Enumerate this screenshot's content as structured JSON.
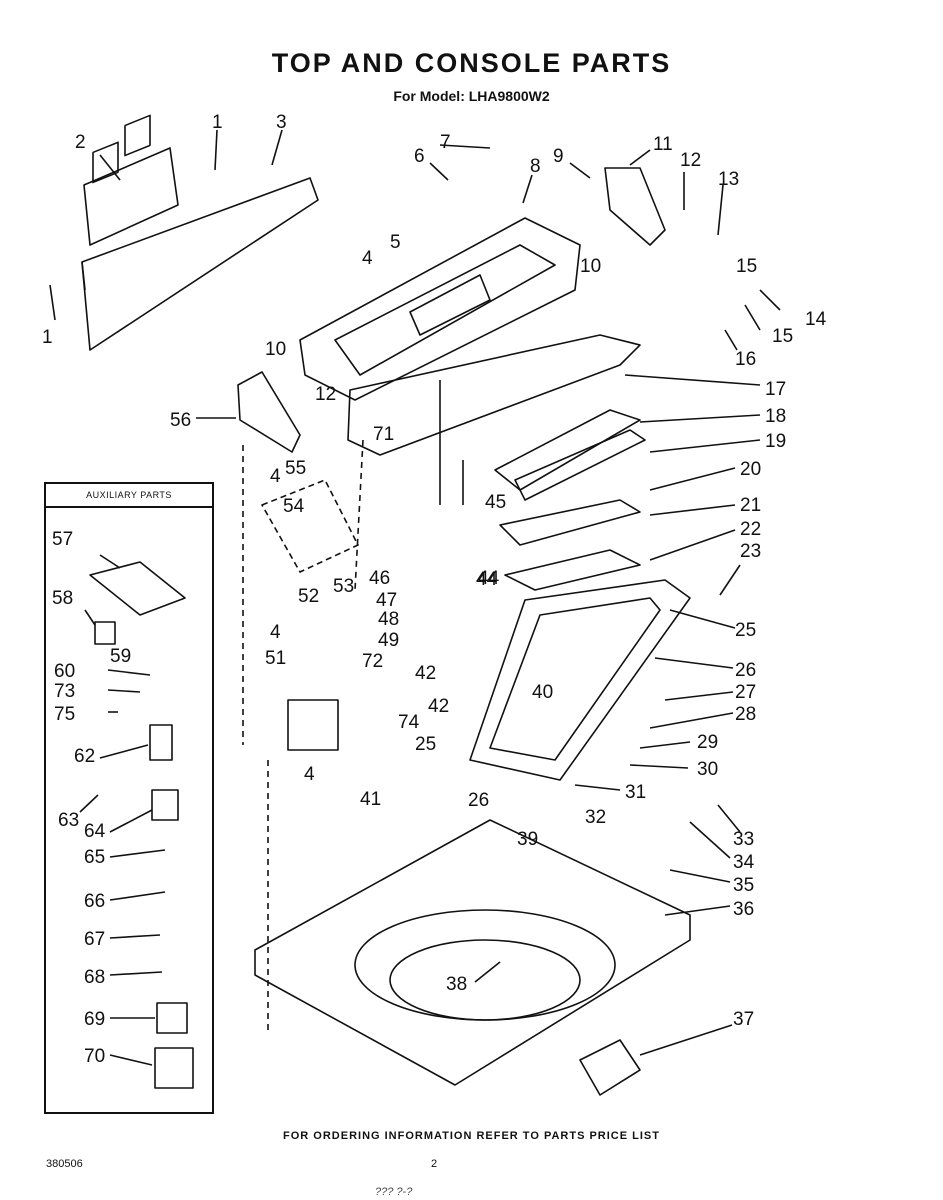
{
  "page": {
    "title": "TOP AND CONSOLE PARTS",
    "subtitle": "For Model: LHA9800W2",
    "footer": "FOR ORDERING INFORMATION REFER TO PARTS PRICE LIST",
    "doc_number": "380506",
    "page_number": "2",
    "handwritten_note": "??? ?-?"
  },
  "auxiliary_box": {
    "title": "AUXILIARY PARTS"
  },
  "callouts": [
    "1",
    "1",
    "2",
    "3",
    "4",
    "4",
    "4",
    "4",
    "5",
    "6",
    "7",
    "8",
    "9",
    "10",
    "10",
    "11",
    "12",
    "12",
    "13",
    "14",
    "15",
    "15",
    "16",
    "17",
    "18",
    "19",
    "20",
    "21",
    "22",
    "23",
    "25",
    "25",
    "26",
    "26",
    "27",
    "28",
    "29",
    "30",
    "31",
    "32",
    "33",
    "34",
    "35",
    "36",
    "37",
    "38",
    "39",
    "40",
    "41",
    "42",
    "42",
    "44",
    "44",
    "45",
    "46",
    "47",
    "48",
    "49",
    "51",
    "52",
    "53",
    "54",
    "55",
    "56",
    "57",
    "58",
    "59",
    "60",
    "62",
    "63",
    "64",
    "65",
    "66",
    "67",
    "68",
    "69",
    "70",
    "71",
    "72",
    "73",
    "74",
    "75"
  ]
}
